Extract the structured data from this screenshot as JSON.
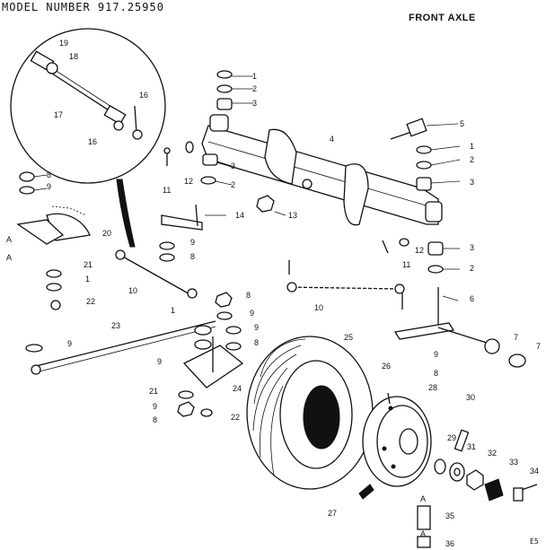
{
  "header": {
    "model_number": "MODEL NUMBER 917.25950",
    "title": "FRONT AXLE",
    "code": "E5"
  },
  "callouts": {
    "c1a": "1",
    "c2a": "2",
    "c3a": "3",
    "c3b": "3",
    "c2b": "2",
    "c4": "4",
    "c5": "5",
    "c1b": "1",
    "c2c": "2",
    "c3c": "3",
    "c12a": "12",
    "c11a": "11",
    "c13": "13",
    "c14": "14",
    "c19": "19",
    "c18": "18",
    "c17": "17",
    "c16a": "16",
    "c16b": "16",
    "c8a": "8",
    "c9a": "9",
    "c20": "20",
    "c21a": "21",
    "c1c": "1",
    "c22a": "22",
    "c10a": "10",
    "c9b": "9",
    "c8b": "8",
    "c12b": "12",
    "c3d": "3",
    "c11b": "11",
    "c2d": "2",
    "c6": "6",
    "c10b": "10",
    "c23": "23",
    "c9c": "9",
    "c1d": "1",
    "c8c": "8",
    "c9d": "9",
    "c9e": "9",
    "c8d": "8",
    "c9f": "9",
    "c21b": "21",
    "c24": "24",
    "c9g": "9",
    "c8e": "8",
    "c22b": "22",
    "c25": "25",
    "c26": "26",
    "c9h": "9",
    "c8f": "8",
    "c7a": "7",
    "c7b": "7",
    "c28": "28",
    "c30": "30",
    "c29": "29",
    "c31": "31",
    "c32": "32",
    "c33": "33",
    "c34": "34",
    "c27": "27",
    "c35": "35",
    "c36": "36",
    "cA1": "A",
    "cA2": "A",
    "cA3": "A",
    "cA4": "A"
  }
}
